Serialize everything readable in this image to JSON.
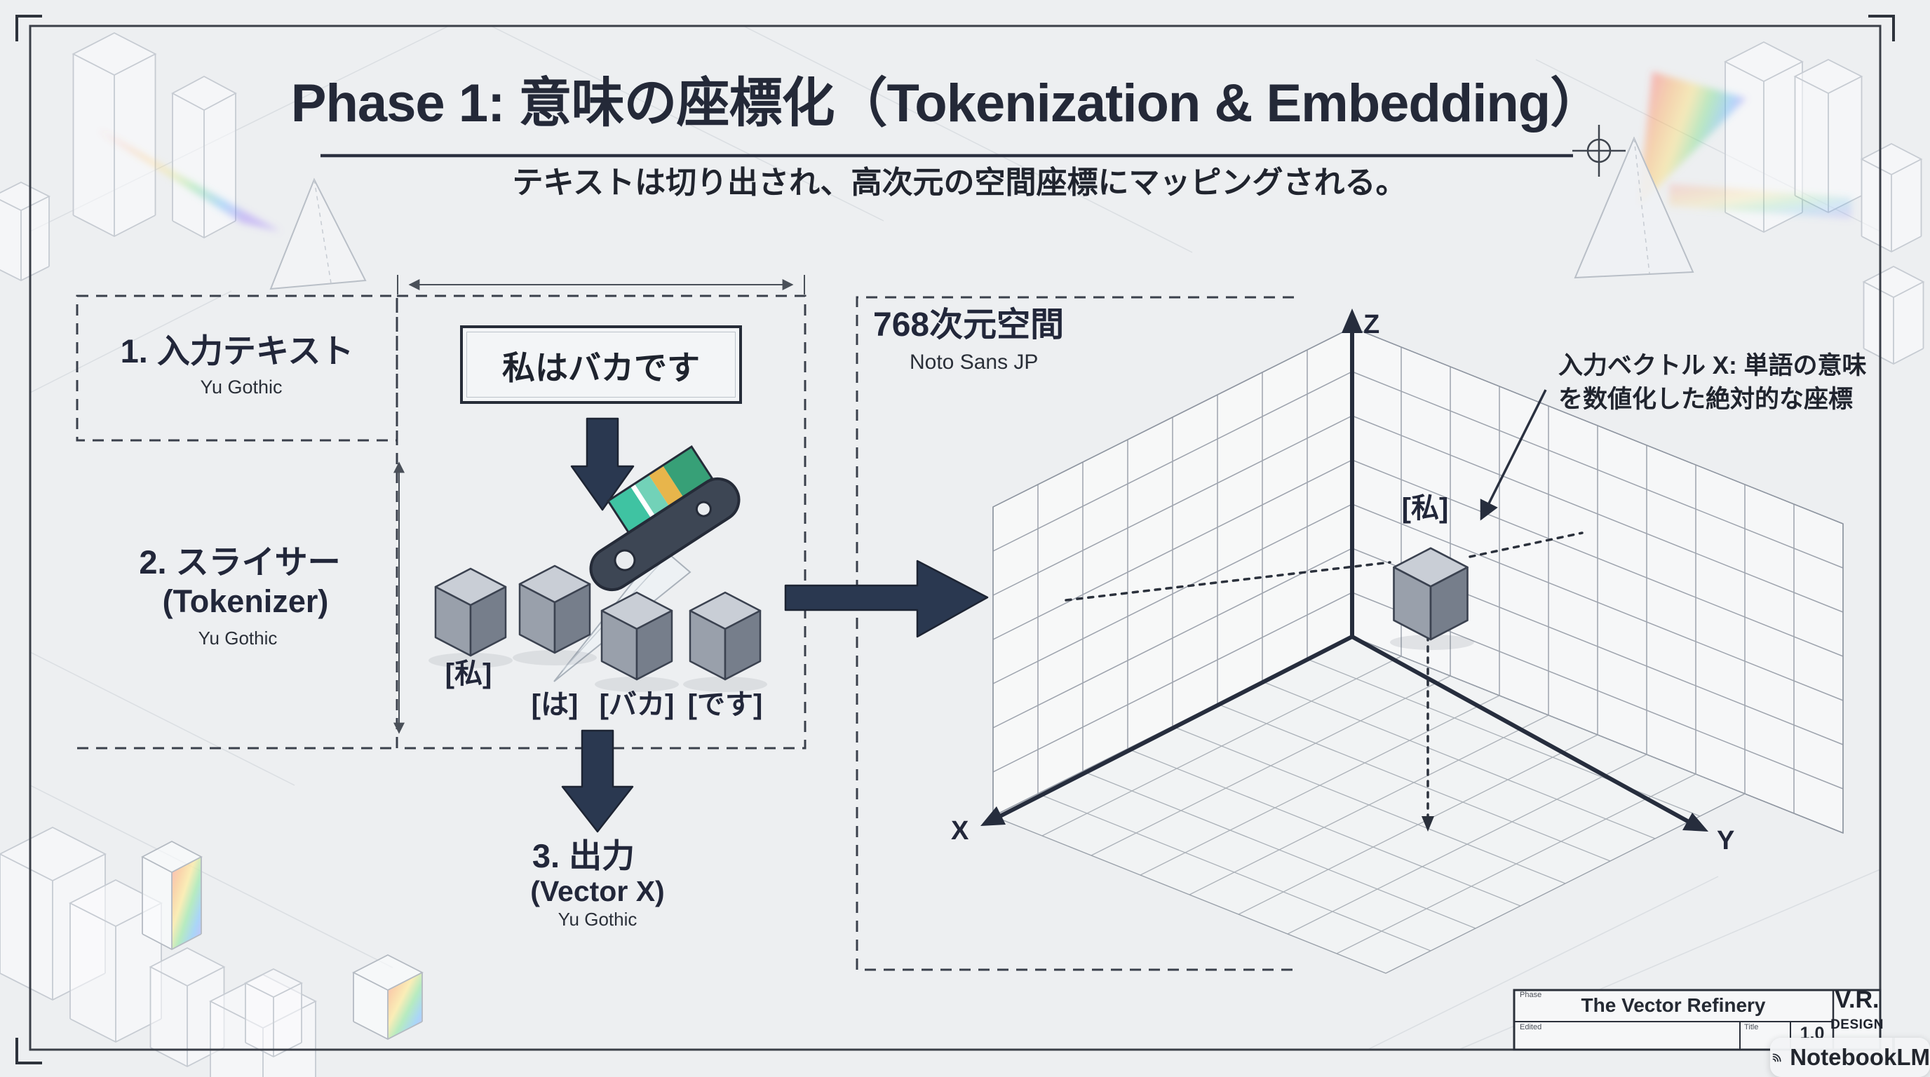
{
  "title": {
    "text": "Phase 1: 意味の座標化（Tokenization & Embedding）",
    "subtitle": "テキストは切り出され、高次元の空間座標にマッピングされる。"
  },
  "flow": {
    "step1": {
      "label": "1. 入力テキスト",
      "font_note": "Yu Gothic"
    },
    "input_text": "私はバカです",
    "step2": {
      "label": "2. スライサー",
      "sublabel": "(Tokenizer)",
      "font_note": "Yu Gothic"
    },
    "tokens": [
      "[私]",
      "[は]",
      "[バカ]",
      "[です]"
    ],
    "step3": {
      "label": "3. 出力",
      "sublabel": "(Vector X)",
      "font_note": "Yu Gothic"
    }
  },
  "space": {
    "heading": "768次元空間",
    "font_note": "Noto Sans JP",
    "axes": {
      "x": "X",
      "y": "Y",
      "z": "Z"
    },
    "point_label": "[私]",
    "annotation_line1": "入力ベクトル X: 単語の意味",
    "annotation_line2": "を数値化した絶対的な座標"
  },
  "title_block": {
    "phase_label": "Phase",
    "project": "The Vector Refinery",
    "edited_label": "Edited",
    "title_label": "Title",
    "version": "1.0",
    "brand_line1": "V.R.",
    "brand_line2": "DESIGN"
  },
  "watermark": {
    "text": "NotebookLM"
  },
  "colors": {
    "accent_navy": "#2a3850",
    "ink": "#22273a",
    "grid": "#8e95a0",
    "dash": "#3a404c"
  }
}
